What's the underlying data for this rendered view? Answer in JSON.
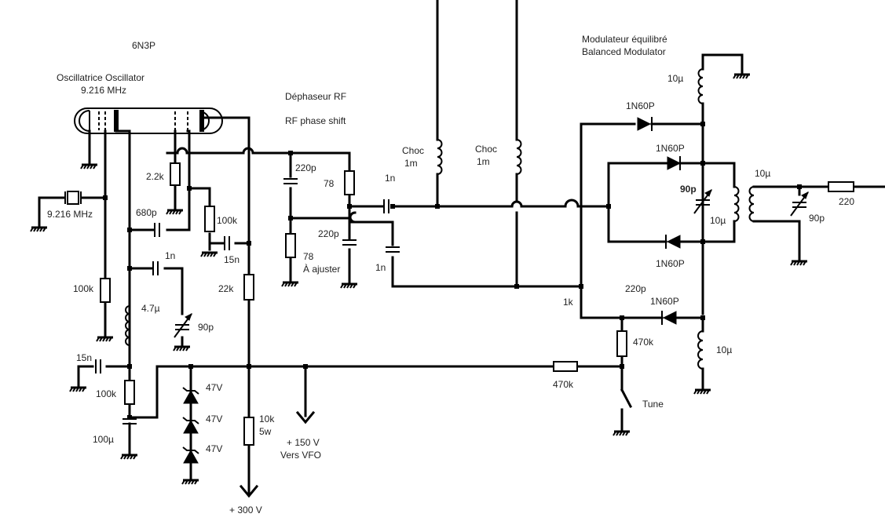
{
  "labels": {
    "tube": "6N3P",
    "osc_title": "Oscillatrice Oscillator",
    "osc_freq": "9.216 MHz",
    "phase_title": "Déphaseur RF",
    "phase_sub": "RF phase shift",
    "mod_fr": "Modulateur équilibré",
    "mod_en": "Balanced Modulator",
    "xtal": "9.216 MHz",
    "r_2k2": "2.2k",
    "c_680p": "680p",
    "r_100k_a": "100k",
    "c_15n_a": "15n",
    "r_100k_b": "100k",
    "c_1n_a": "1n",
    "l_4u7": "4.7µ",
    "cv_90p_a": "90p",
    "r_22k": "22k",
    "c_15n_b": "15n",
    "r_100k_c": "100k",
    "c_100u": "100µ",
    "z_47_a": "47V",
    "z_47_b": "47V",
    "z_47_c": "47V",
    "r_10k": "10k",
    "r_5w": "5w",
    "v300": "+ 300 V",
    "v150": "+ 150 V",
    "vfo": "Vers VFO",
    "c_220p_a": "220p",
    "r_78": "78",
    "c_220p_b": "220p",
    "r_78_adj": "78",
    "adjust": "À ajuster",
    "c_1n_b": "1n",
    "c_1n_c": "1n",
    "choc1": "Choc",
    "choc1_val": "1m",
    "choc2": "Choc",
    "choc2_val": "1m",
    "l_10u_top": "10µ",
    "d1": "1N60P",
    "d2": "1N60P",
    "cv_90p_b": "90p",
    "l_10u_mid": "10µ",
    "d3": "1N60P",
    "l_10u_out": "10µ",
    "cv_90p_c": "90p",
    "r_220": "220",
    "r_1k": "1k",
    "c_220p_c": "220p",
    "d4": "1N60P",
    "r_470k_a": "470k",
    "l_10u_bot": "10µ",
    "r_470k_b": "470k",
    "tune": "Tune"
  }
}
